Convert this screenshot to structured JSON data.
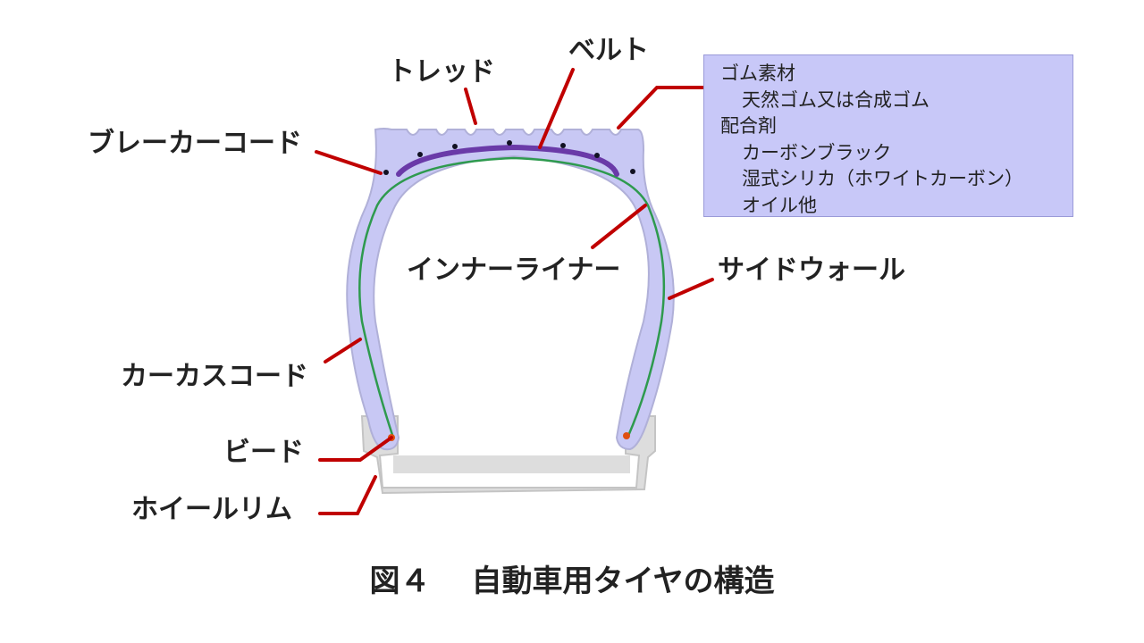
{
  "labels": {
    "tread": "トレッド",
    "belt": "ベルト",
    "breaker_cord": "ブレーカーコード",
    "inner_liner": "インナーライナー",
    "sidewall": "サイドウォール",
    "carcass_cord": "カーカスコード",
    "bead": "ビード",
    "wheel_rim": "ホイールリム"
  },
  "materials": {
    "rubber_heading": "ゴム素材",
    "rubber_item": "天然ゴム又は合成ゴム",
    "compound_heading": "配合剤",
    "compound_items": [
      "カーボンブラック",
      "湿式シリカ（ホワイトカーボン）",
      "オイル他"
    ]
  },
  "caption": {
    "number": "図４",
    "title": "自動車用タイヤの構造"
  },
  "colors": {
    "tire_fill": "#c8c8f4",
    "tire_outline": "#b0b0d8",
    "rim_fill": "#dddddd",
    "belt": "#6a3aa8",
    "carcass": "#2e9a4e",
    "leader": "#c00000",
    "bead_core": "#e05010"
  }
}
